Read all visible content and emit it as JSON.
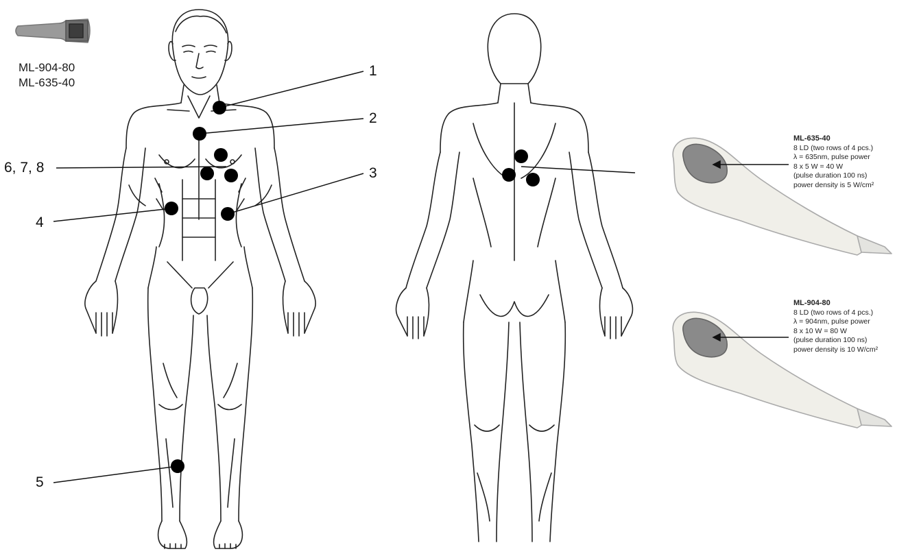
{
  "device_models": [
    "ML-904-80",
    "ML-635-40"
  ],
  "markers": [
    {
      "label": "1"
    },
    {
      "label": "2"
    },
    {
      "label": "6, 7, 8"
    },
    {
      "label": "3"
    },
    {
      "label": "4"
    },
    {
      "label": "5"
    }
  ],
  "devices": [
    {
      "title": "ML-635-40",
      "lines": [
        "8 LD (two rows of 4 pcs.)",
        "λ = 635nm, pulse power",
        "8 x 5 W = 40 W",
        "(pulse duration 100 ns)",
        "power density is 5 W/cm²"
      ]
    },
    {
      "title": "ML-904-80",
      "lines": [
        "8 LD (two rows of 4 pcs.)",
        "λ = 904nm, pulse power",
        "8 x 10 W = 80 W",
        "(pulse duration 100 ns)",
        "power density is 10 W/cm²"
      ]
    }
  ],
  "colors": {
    "dot": "#000000",
    "line": "#111111",
    "outline": "#222222"
  }
}
